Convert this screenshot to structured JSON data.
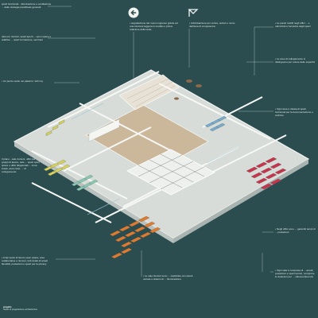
{
  "colors": {
    "background": "#2c4d50",
    "wall": "#f2f4f2",
    "floor": "#d7dcd8",
    "lobby": "#cbb79a",
    "orange": "#e07a2e",
    "red": "#c9334a",
    "yellow": "#d8d05a",
    "blue": "#7aa9c9",
    "green": "#8bc6b1"
  },
  "icons": {
    "left": "arrow-left-icon",
    "right": "flag-triangle-icon"
  },
  "notes": {
    "top_left_1": "spazi funzionali... illuminazione e ventilazione ... dalle strategie pianificate generali",
    "top_left_2": "sale per riunioni, spazi aperti ... open space e adattive ... spazi formazione, seminari",
    "top_center": "• segnalazione del nuovo ingresso grazie ad una struttura leggera in metallo e prima relazione della sede",
    "top_mid": "• individuazione per colore, settori e nome dell'area di competenza",
    "top_right_1": "• Le pareti mobili negli uffici ... e ottimizzano l'acustica degli spazi",
    "top_right_2": "• Le aree di collegamento si distinguono per colore delle superfici",
    "mid_right": "• Ogni area è dotata di spazi funzionali per la documentazione e archivio",
    "left_mid_1": "• Un punto verde nel palazzo: 120 mq",
    "left_mid_2": "Il piano - sale riunioni, uffici per gruppi di lavoro, sale ... spazi open space e uffici dirigenziali ... zona break, aree relax, ... di collegamento",
    "left_low": "• Ampi spazi di lavoro open space, aree collaborative e riunioni, tutti dotati di arredi flessibili, postazioni e spazi per la privacy",
    "right_low_1": "• Negli uffici sono ... garantiti tempi di ... postazioni",
    "right_low_2": "• Ogni sala è composta di ... arredi, postazioni e spazi tecnici, comprese le dotazioni per ... videoconferenza",
    "bottom_center": "• Le sale riunioni sono ... realizzate con pareti vetrate e sistemi di ... illuminazione",
    "footer_1": "progetto",
    "footer_2": "Studio di progettazione architettonica"
  }
}
